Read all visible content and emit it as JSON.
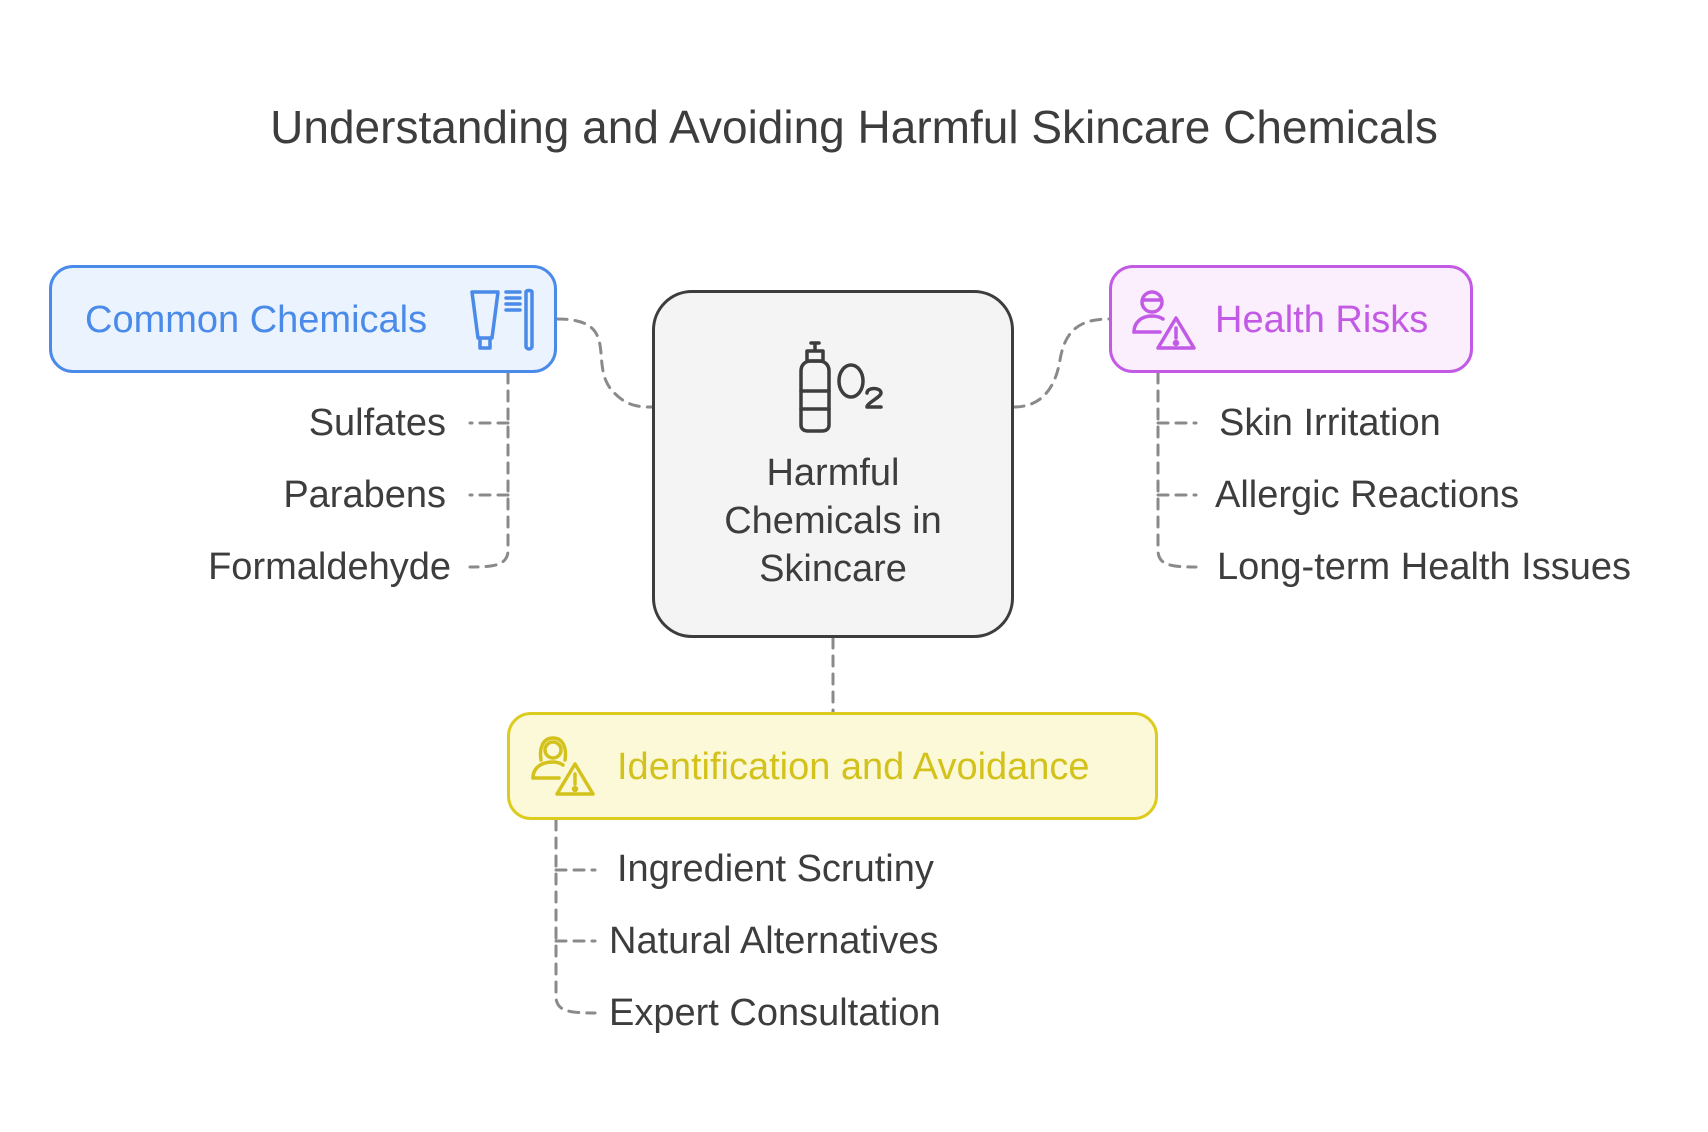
{
  "title": "Understanding and Avoiding Harmful Skincare Chemicals",
  "center": {
    "label_lines": [
      "Harmful",
      "Chemicals in",
      "Skincare"
    ],
    "icon": "lotion-bottle-o2-icon"
  },
  "branches": {
    "common_chemicals": {
      "label": "Common Chemicals",
      "icon": "tube-and-toothbrush-icon",
      "color": "#4a8ae8",
      "items": [
        "Sulfates",
        "Parabens",
        "Formaldehyde"
      ]
    },
    "health_risks": {
      "label": "Health Risks",
      "icon": "person-warning-icon",
      "color": "#c35ae6",
      "items": [
        "Skin Irritation",
        "Allergic Reactions",
        "Long-term Health Issues"
      ]
    },
    "identification": {
      "label": "Identification and Avoidance",
      "icon": "woman-warning-icon",
      "color": "#dccc1f",
      "items": [
        "Ingredient Scrutiny",
        "Natural Alternatives",
        "Expert Consultation"
      ]
    }
  }
}
